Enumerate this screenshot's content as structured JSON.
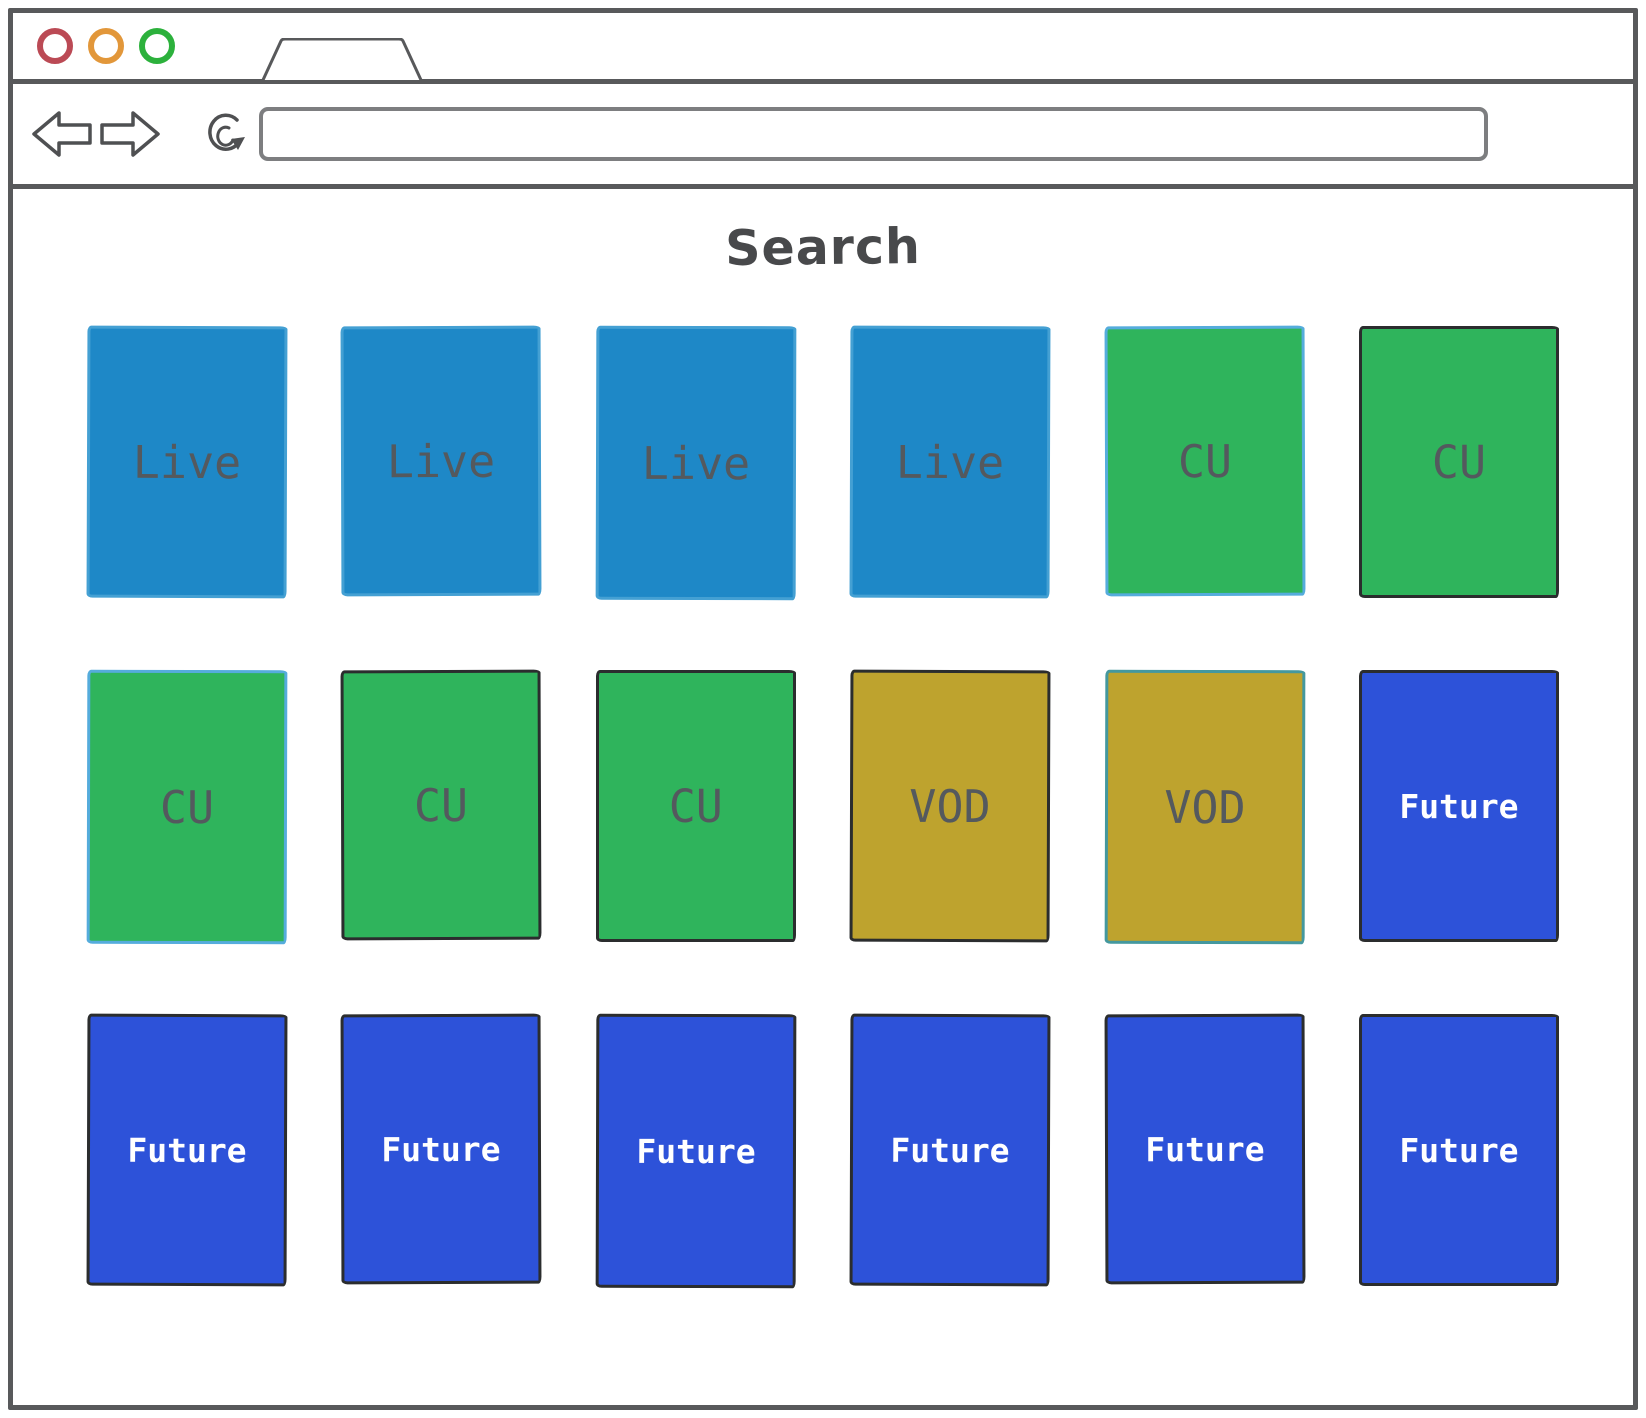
{
  "browser": {
    "traffic_lights": [
      {
        "name": "close-button",
        "color": "#bb4a55"
      },
      {
        "name": "minimize-button",
        "color": "#e2973a"
      },
      {
        "name": "maximize-button",
        "color": "#2cb13c"
      }
    ],
    "url_value": "",
    "url_placeholder": ""
  },
  "page": {
    "title": "Search"
  },
  "colors": {
    "frame": "#58595b",
    "icon_stroke": "#4f5052",
    "label_gray": "#54595e",
    "label_white": "#ffffff",
    "live_bg": "#1e88c7",
    "cu_bg": "#2fb45c",
    "vod_bg": "#bea32e",
    "future_bg": "#2d52d9",
    "border_dark": "#2b2d2e",
    "border_lightblue": "#55acdc",
    "border_blue": "#44a0d3",
    "border_teal": "#44989e"
  },
  "cards": [
    {
      "label": "Live",
      "type": "live",
      "bg": "#1e88c7",
      "border": "#44a0d3",
      "text_color": "#54595e"
    },
    {
      "label": "Live",
      "type": "live",
      "bg": "#1e88c7",
      "border": "#44a0d3",
      "text_color": "#54595e"
    },
    {
      "label": "Live",
      "type": "live",
      "bg": "#1e88c7",
      "border": "#44a0d3",
      "text_color": "#54595e"
    },
    {
      "label": "Live",
      "type": "live",
      "bg": "#1e88c7",
      "border": "#44a0d3",
      "text_color": "#54595e"
    },
    {
      "label": "CU",
      "type": "cu",
      "bg": "#2fb45c",
      "border": "#55acdc",
      "text_color": "#54595e"
    },
    {
      "label": "CU",
      "type": "cu",
      "bg": "#2fb45c",
      "border": "#2b2d2e",
      "text_color": "#54595e"
    },
    {
      "label": "CU",
      "type": "cu",
      "bg": "#2fb45c",
      "border": "#55acdc",
      "text_color": "#54595e"
    },
    {
      "label": "CU",
      "type": "cu",
      "bg": "#2fb45c",
      "border": "#2b2d2e",
      "text_color": "#54595e"
    },
    {
      "label": "CU",
      "type": "cu",
      "bg": "#2fb45c",
      "border": "#2b2d2e",
      "text_color": "#54595e"
    },
    {
      "label": "VOD",
      "type": "vod",
      "bg": "#bea32e",
      "border": "#2b2d2e",
      "text_color": "#54595e"
    },
    {
      "label": "VOD",
      "type": "vod",
      "bg": "#bea32e",
      "border": "#44989e",
      "text_color": "#54595e"
    },
    {
      "label": "Future",
      "type": "future",
      "bg": "#2d52d9",
      "border": "#2b2d2e",
      "text_color": "#ffffff"
    },
    {
      "label": "Future",
      "type": "future",
      "bg": "#2d52d9",
      "border": "#2b2d2e",
      "text_color": "#ffffff"
    },
    {
      "label": "Future",
      "type": "future",
      "bg": "#2d52d9",
      "border": "#2b2d2e",
      "text_color": "#ffffff"
    },
    {
      "label": "Future",
      "type": "future",
      "bg": "#2d52d9",
      "border": "#2b2d2e",
      "text_color": "#ffffff"
    },
    {
      "label": "Future",
      "type": "future",
      "bg": "#2d52d9",
      "border": "#2b2d2e",
      "text_color": "#ffffff"
    },
    {
      "label": "Future",
      "type": "future",
      "bg": "#2d52d9",
      "border": "#2b2d2e",
      "text_color": "#ffffff"
    },
    {
      "label": "Future",
      "type": "future",
      "bg": "#2d52d9",
      "border": "#2b2d2e",
      "text_color": "#ffffff"
    }
  ]
}
